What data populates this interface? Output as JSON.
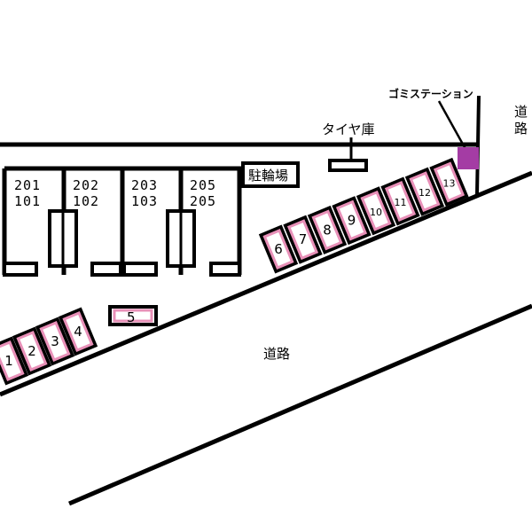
{
  "labels": {
    "garbage_station": "ゴミステーション",
    "road_right": [
      "道",
      "路"
    ],
    "tire_storage": "タイヤ庫",
    "bicycle_parking": "駐輪場",
    "road_main": "道路"
  },
  "units": [
    {
      "upper": "201",
      "lower": "101"
    },
    {
      "upper": "202",
      "lower": "102"
    },
    {
      "upper": "203",
      "lower": "103"
    },
    {
      "upper": "205",
      "lower": "205"
    }
  ],
  "parking": {
    "lower_row": [
      "1",
      "2",
      "3",
      "4"
    ],
    "single": "5",
    "upper_row": [
      "6",
      "7",
      "8",
      "9",
      "10",
      "11",
      "12",
      "13"
    ]
  },
  "colors": {
    "spot_border": "#e890b8",
    "garbage_station": "#a43ca4",
    "lines": "#000000"
  }
}
